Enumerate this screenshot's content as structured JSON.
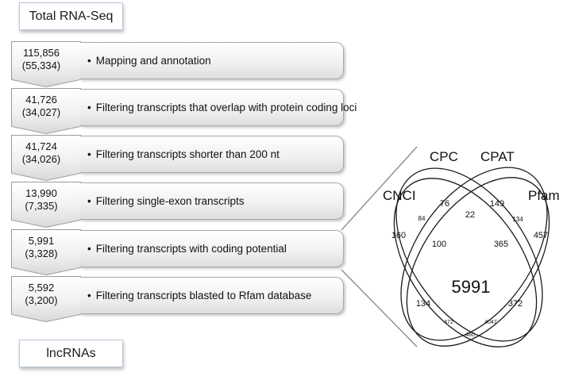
{
  "title_box": "Total RNA-Seq",
  "final_box": "lncRNAs",
  "bullet": "•",
  "steps": [
    {
      "count": "115,856",
      "sub_count": "(55,334)",
      "label": "Mapping and annotation"
    },
    {
      "count": "41,726",
      "sub_count": "(34,027)",
      "label": "Filtering transcripts that overlap with protein coding loci"
    },
    {
      "count": "41,724",
      "sub_count": "(34,026)",
      "label": "Filtering transcripts shorter than 200 nt"
    },
    {
      "count": "13,990",
      "sub_count": "(7,335)",
      "label": "Filtering single-exon transcripts"
    },
    {
      "count": "5,991",
      "sub_count": "(3,328)",
      "label": "Filtering transcripts with coding potential"
    },
    {
      "count": "5,592",
      "sub_count": "(3,200)",
      "label": "Filtering transcripts blasted to Rfam database"
    }
  ],
  "venn": {
    "sets": [
      "CNCI",
      "CPC",
      "CPAT",
      "Pfam"
    ],
    "regions": [
      {
        "sets": [
          "CNCI"
        ],
        "value": "160"
      },
      {
        "sets": [
          "CPC"
        ],
        "value": "76"
      },
      {
        "sets": [
          "CPAT"
        ],
        "value": "149"
      },
      {
        "sets": [
          "Pfam"
        ],
        "value": "457"
      },
      {
        "sets": [
          "CNCI",
          "CPC"
        ],
        "value": "84"
      },
      {
        "sets": [
          "CPC",
          "CPAT"
        ],
        "value": "22"
      },
      {
        "sets": [
          "CPAT",
          "Pfam"
        ],
        "value": "134"
      },
      {
        "sets": [
          "CNCI",
          "CPC",
          "CPAT"
        ],
        "value": "100"
      },
      {
        "sets": [
          "CPC",
          "CPAT",
          "Pfam"
        ],
        "value": "365"
      },
      {
        "sets": [
          "CNCI",
          "CPC",
          "CPAT",
          "Pfam"
        ],
        "value": "5991"
      },
      {
        "sets": [
          "CNCI",
          "CPAT"
        ],
        "value": "134"
      },
      {
        "sets": [
          "CPC",
          "Pfam"
        ],
        "value": "372"
      },
      {
        "sets": [
          "CNCI",
          "CPAT",
          "Pfam"
        ],
        "value": "472"
      },
      {
        "sets": [
          "CNCI",
          "CPC",
          "Pfam"
        ],
        "value": "4047"
      },
      {
        "sets": [
          "CNCI",
          "Pfam"
        ],
        "value": "460"
      }
    ]
  }
}
